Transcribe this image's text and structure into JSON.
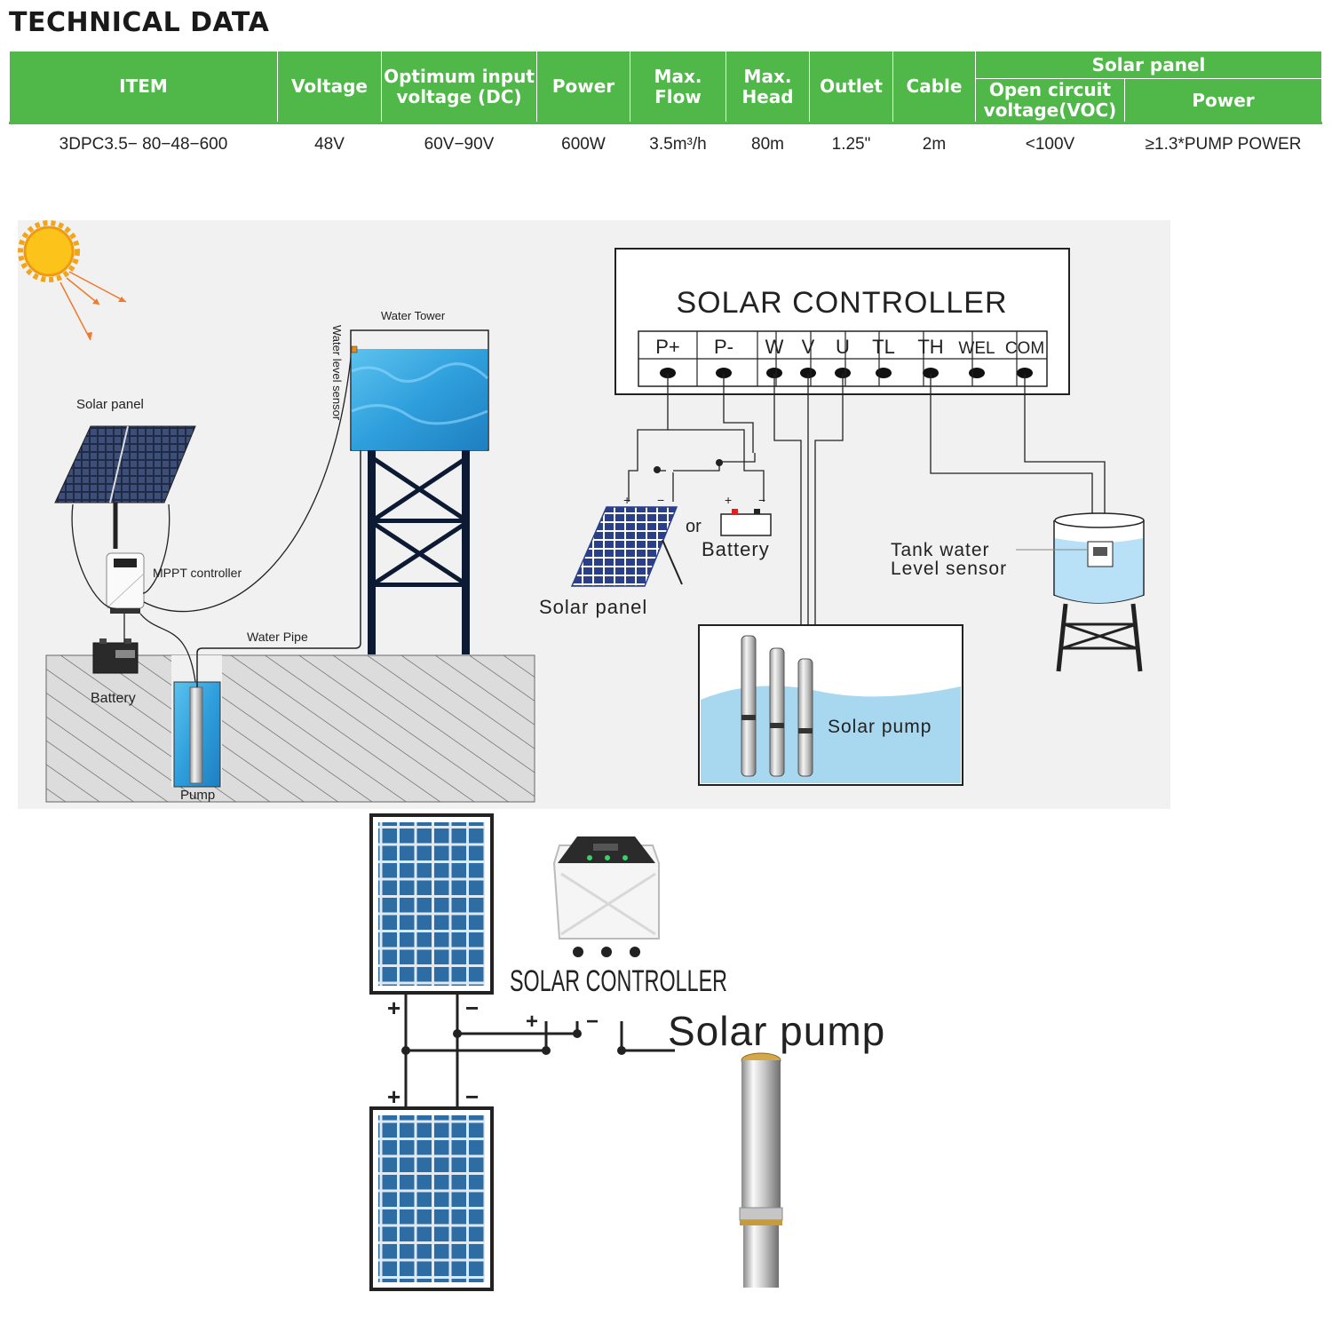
{
  "page_title": "TECHNICAL DATA",
  "table": {
    "headers": {
      "item": "ITEM",
      "voltage": "Voltage",
      "optimum_line1": "Optimum input",
      "optimum_line2": "voltage (DC)",
      "power": "Power",
      "max_flow_line1": "Max.",
      "max_flow_line2": "Flow",
      "max_head_line1": "Max.",
      "max_head_line2": "Head",
      "outlet": "Outlet",
      "cable": "Cable",
      "solar_panel": "Solar panel",
      "voc_line1": "Open circuit",
      "voc_line2": "voltage(VOC)",
      "panel_power": "Power"
    },
    "row": {
      "item": "3DPC3.5− 80−48−600",
      "voltage": "48V",
      "optimum": "60V−90V",
      "power": "600W",
      "max_flow": "3.5m³/h",
      "max_head": "80m",
      "outlet": "1.25\"",
      "cable": "2m",
      "voc": "<100V",
      "panel_power": "≥1.3*PUMP POWER"
    }
  },
  "system_diagram": {
    "solar_panel": "Solar panel",
    "mppt_controller": "MPPT controller",
    "battery": "Battery",
    "pump": "Pump",
    "water_pipe": "Water Pipe",
    "water_tower": "Water Tower",
    "water_level_sensor": "Water level sensor"
  },
  "wiring_diagram": {
    "controller_title": "SOLAR CONTROLLER",
    "terminals": [
      "P+",
      "P-",
      "W",
      "V",
      "U",
      "TL",
      "TH",
      "WEL",
      "COM"
    ],
    "plus": "+",
    "minus": "−",
    "or": "or",
    "battery": "Battery",
    "solar_panel": "Solar panel",
    "tank_line1": "Tank water",
    "tank_line2": "Level sensor",
    "solar_pump": "Solar pump"
  },
  "bottom_diagram": {
    "controller_label": "SOLAR CONTROLLER",
    "pump_label": "Solar pump",
    "plus": "+",
    "minus": "−"
  },
  "colors": {
    "header_green": "#4fb848",
    "water_blue": "#a8d8f0",
    "panel_blue": "#2e6da4"
  }
}
